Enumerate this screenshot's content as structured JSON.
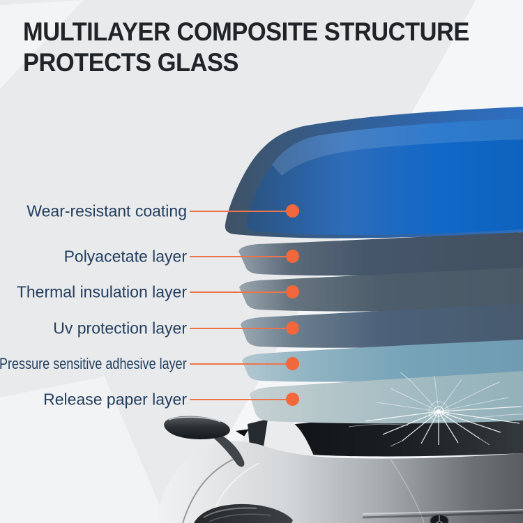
{
  "title": {
    "line1": "MULTILAYER COMPOSITE STRUCTURE",
    "line2": "PROTECTS GLASS"
  },
  "diagram": {
    "labels": [
      "Wear-resistant coating",
      "Polyacetate layer",
      "Thermal insulation layer",
      "Uv protection layer",
      "Pressure sensitive adhesive layer",
      "Release paper layer"
    ]
  },
  "colors": {
    "accent_orange_dot": "#F2683C",
    "accent_orange_line": "#ED744A",
    "label_text": "#223E5E",
    "title_text": "#202327",
    "film_blue": "#0E68C8",
    "polyacetate_gray": "#46566A",
    "thermal_gray": "#4D5D6B",
    "uv_steel": "#4C617A",
    "adhesive_teal": "#76A3B8",
    "release_glass": "#9DB8BF",
    "background": "#E8EAEC"
  }
}
